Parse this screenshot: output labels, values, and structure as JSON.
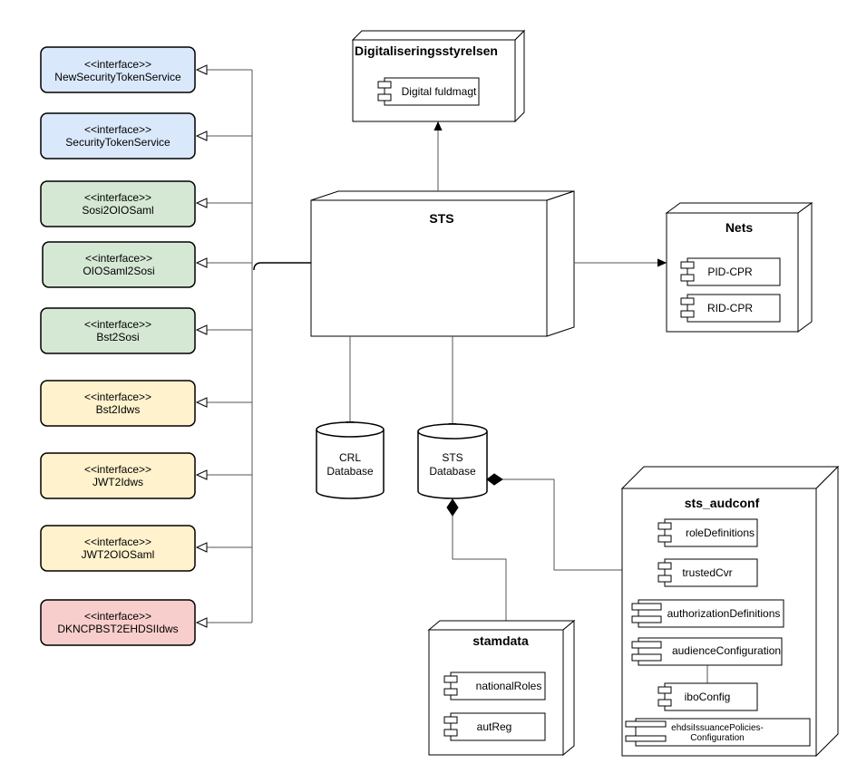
{
  "colors": {
    "blue_fill": "#dae8fc",
    "green_fill": "#d5e8d4",
    "yellow_fill": "#fff2cc",
    "red_fill": "#f8cecc",
    "stroke": "#000000",
    "connector": "#555555"
  },
  "interfaces": [
    {
      "stereotype": "<<interface>>",
      "name": "NewSecurityTokenService",
      "color": "#dae8fc"
    },
    {
      "stereotype": "<<interface>>",
      "name": "SecurityTokenService",
      "color": "#dae8fc"
    },
    {
      "stereotype": "<<interface>>",
      "name": "Sosi2OIOSaml",
      "color": "#d5e8d4"
    },
    {
      "stereotype": "<<interface>>",
      "name": "OIOSaml2Sosi",
      "color": "#d5e8d4"
    },
    {
      "stereotype": "<<interface>>",
      "name": "Bst2Sosi",
      "color": "#d5e8d4"
    },
    {
      "stereotype": "<<interface>>",
      "name": "Bst2Idws",
      "color": "#fff2cc"
    },
    {
      "stereotype": "<<interface>>",
      "name": "JWT2Idws",
      "color": "#fff2cc"
    },
    {
      "stereotype": "<<interface>>",
      "name": "JWT2OIOSaml",
      "color": "#fff2cc"
    },
    {
      "stereotype": "<<interface>>",
      "name": "DKNCPBST2EHDSIIdws",
      "color": "#f8cecc"
    }
  ],
  "nodes": {
    "digst": {
      "title": "Digitaliseringsstyrelsen",
      "components": [
        "Digital fuldmagt"
      ]
    },
    "sts": {
      "title": "STS"
    },
    "nets": {
      "title": "Nets",
      "components": [
        "PID-CPR",
        "RID-CPR"
      ]
    },
    "stamdata": {
      "title": "stamdata",
      "components": [
        "nationalRoles",
        "autReg"
      ]
    },
    "audconf": {
      "title": "sts_audconf",
      "components": [
        "roleDefinitions",
        "trustedCvr",
        "authorizationDefinitions",
        "audienceConfiguration",
        "iboConfig"
      ],
      "ehdsi_line1": "ehdsiIssuancePolicies-",
      "ehdsi_line2": "Configuration"
    }
  },
  "databases": {
    "crl": {
      "line1": "CRL",
      "line2": "Database"
    },
    "sts": {
      "line1": "STS",
      "line2": "Database"
    }
  }
}
